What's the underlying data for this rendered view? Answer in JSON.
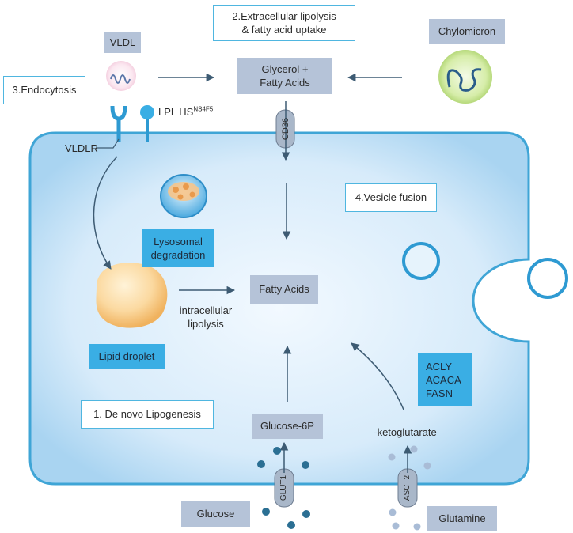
{
  "labels": {
    "extracellular_lipolysis": "2.Extracellular lipolysis\n& fatty acid uptake",
    "endocytosis": "3.Endocytosis",
    "vesicle_fusion": "4.Vesicle fusion",
    "de_novo": "1. De novo Lipogenesis",
    "vldl": "VLDL",
    "chylomicron": "Chylomicron",
    "glycerol_fa": "Glycerol +\nFatty Acids",
    "lpl_hs": "LPL HS",
    "lpl_hs_sup": "NS4F5",
    "vldlr": "VLDLR",
    "cd36": "CD36",
    "lysosomal": "Lysosomal\ndegradation",
    "fatty_acids": "Fatty Acids",
    "intracellular_lipolysis": "intracellular\nlipolysis",
    "lipid_droplet": "Lipid droplet",
    "enzymes": "ACLY\nACACA\nFASN",
    "glucose_6p": "Glucose-6P",
    "ketoglutarate": "-ketoglutarate",
    "glut1": "GLUT1",
    "asct2": "ASCT2",
    "glucose": "Glucose",
    "glutamine": "Glutamine"
  },
  "colors": {
    "cell_fill": "#cfe6f8",
    "cell_border": "#3fa5d6",
    "arrow": "#3d5b73",
    "grey_box": "#b5c3d8",
    "blue_box": "#3aaee4",
    "outline_box": "#4fb6e0",
    "glucose_dot": "#2b6f93",
    "glutamine_dot": "#a9bcd6",
    "lipid_droplet": "#f7c987",
    "chylomicron": "#b8db7e"
  }
}
